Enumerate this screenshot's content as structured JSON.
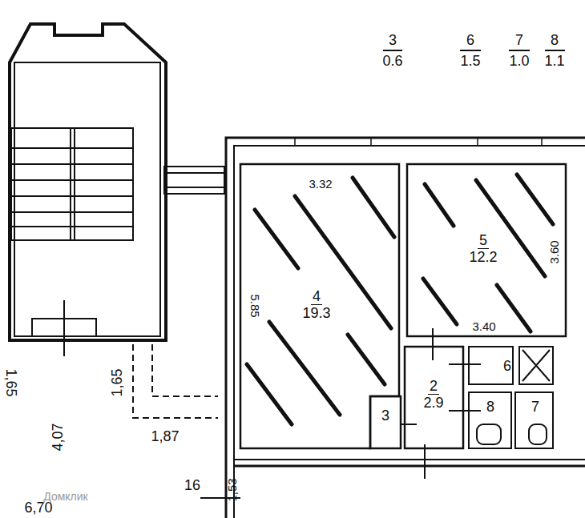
{
  "diagram": {
    "nodes": [
      {
        "text": [
          "4",
          "19.3"
        ]
      },
      {
        "text": [
          "5",
          "12.2"
        ]
      },
      {
        "text": [
          "2",
          "2.9"
        ]
      },
      {
        "text": [
          "3"
        ]
      },
      {
        "text": [
          "6"
        ]
      },
      {
        "text": [
          "8"
        ]
      },
      {
        "text": [
          "7"
        ]
      }
    ],
    "labels": [
      "3",
      "0.6",
      "6",
      "1.5",
      "7",
      "1.0",
      "8",
      "1.1",
      "3.32",
      "5.85",
      "3.60",
      "3.40",
      "1,65",
      "4,07",
      "1,65",
      "1,87",
      "16",
      "1,53",
      "6,70",
      "Домклик"
    ]
  }
}
